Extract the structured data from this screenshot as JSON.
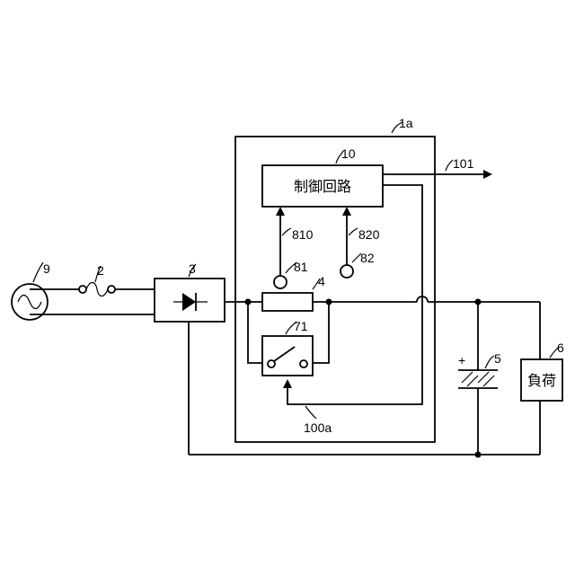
{
  "labels": {
    "ac_source": "9",
    "fuse": "2",
    "rectifier": "3",
    "module": "1a",
    "control_circuit": "10",
    "control_circuit_text": "制御回路",
    "output_signal": "101",
    "line_810": "810",
    "line_820": "820",
    "sensor_81": "81",
    "sensor_82": "82",
    "resistor": "4",
    "switch": "71",
    "line_100a": "100a",
    "capacitor": "5",
    "capacitor_polarity": "+",
    "load": "6",
    "load_text": "負荷"
  }
}
